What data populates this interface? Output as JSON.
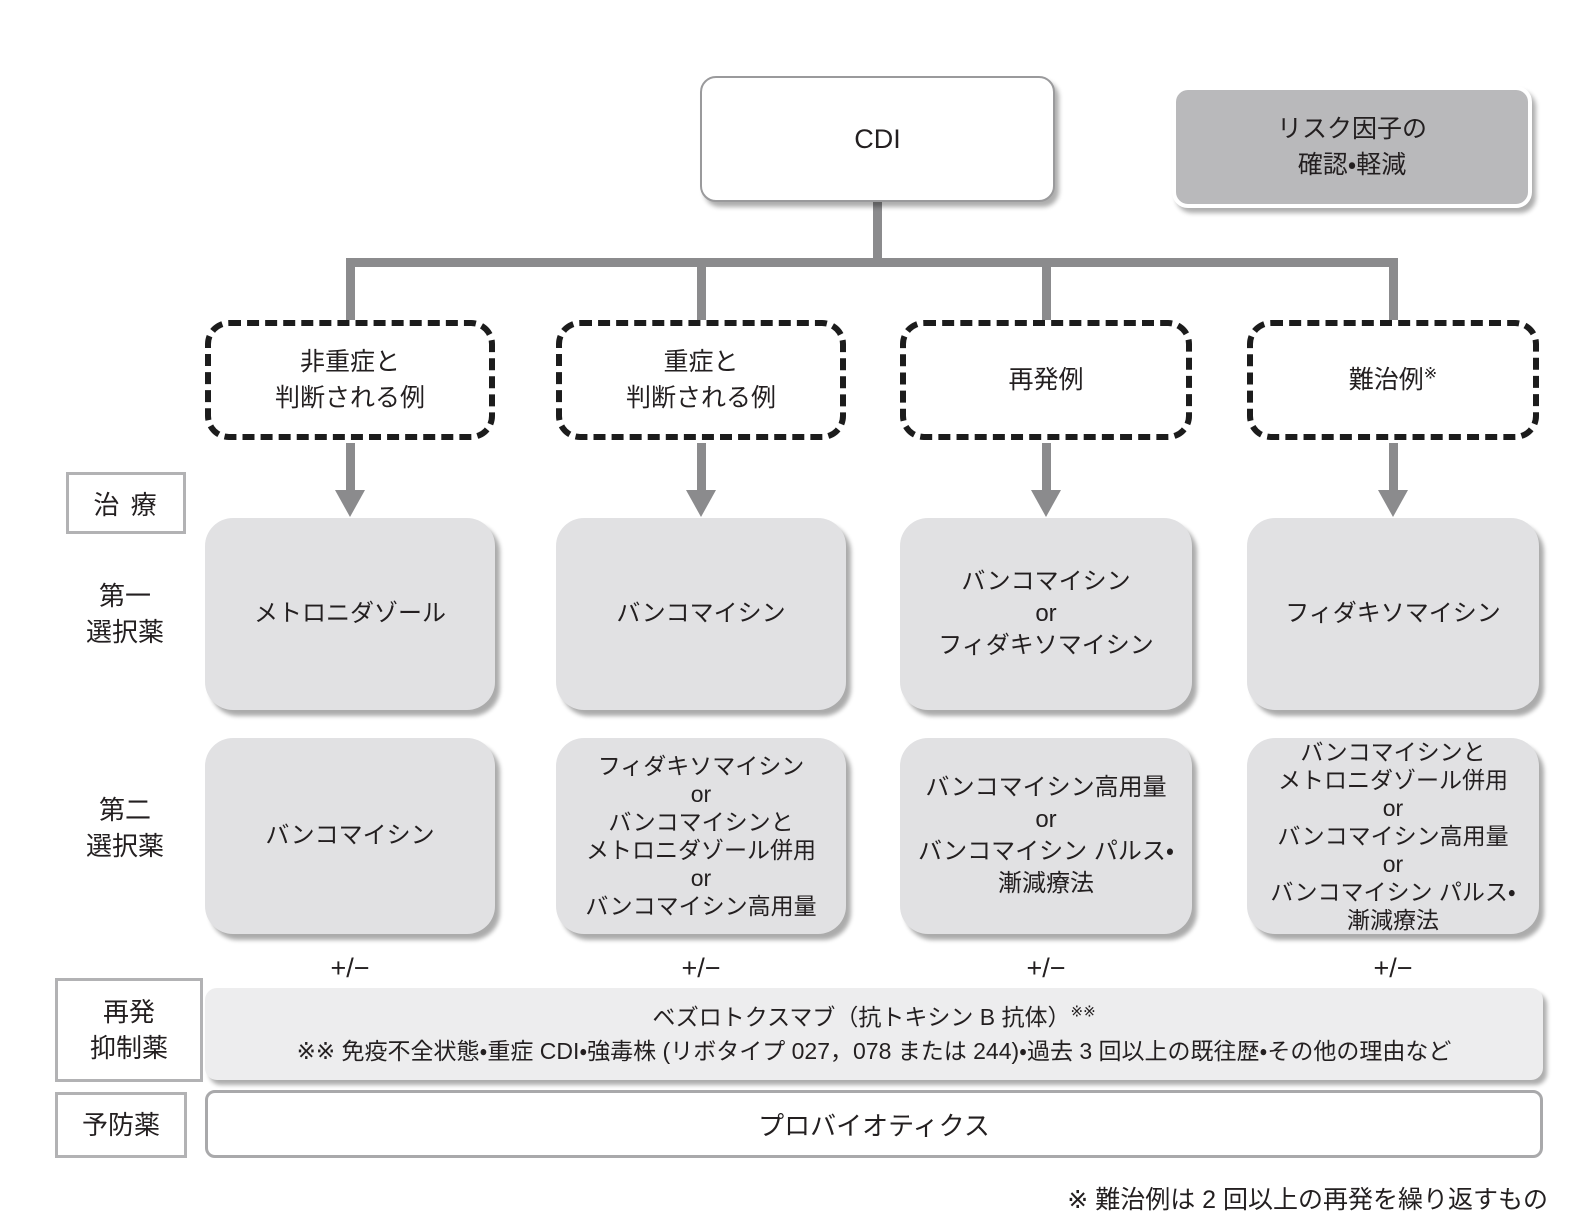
{
  "diagram": {
    "title_node": {
      "label": "CDI"
    },
    "risk_node": {
      "label": "リスク因子の\n確認・軽減"
    },
    "branches": [
      {
        "case": "非重症と\n判断される例",
        "case_sup": "",
        "first_choice": "メトロニダゾール",
        "second_choice": "バンコマイシン",
        "plus_minus": "+/−"
      },
      {
        "case": "重症と\n判断される例",
        "case_sup": "",
        "first_choice": "バンコマイシン",
        "second_choice": "フィダキソマイシン\nor\nバンコマイシンと\nメトロニダゾール併用\nor\nバンコマイシン高用量",
        "plus_minus": "+/−"
      },
      {
        "case": "再発例",
        "case_sup": "",
        "first_choice": "バンコマイシン\nor\nフィダキソマイシン",
        "second_choice": "バンコマイシン高用量\nor\nバンコマイシン パルス・\n漸減療法",
        "plus_minus": "+/−"
      },
      {
        "case": "難治例",
        "case_sup": "※",
        "first_choice": "フィダキソマイシン",
        "second_choice": "バンコマイシンと\nメトロニダゾール併用\nor\nバンコマイシン高用量\nor\nバンコマイシン パルス・\n漸減療法",
        "plus_minus": "+/−"
      }
    ],
    "row_labels": {
      "treatment": "治 療",
      "first_choice": "第一\n選択薬",
      "second_choice": "第二\n選択薬",
      "relapse_suppressant": "再発\n抑制薬",
      "prophylactic": "予防薬"
    },
    "relapse_suppressant_box": {
      "line1": "ベズロトクスマブ（抗トキシン B 抗体）",
      "line1_sup": "※※",
      "line2": "※※ 免疫不全状態・重症 CDI・強毒株 (リボタイプ 027，078 または 244)・過去 3 回以上の既往歴・その他の理由など"
    },
    "prophylactic_box": {
      "label": "プロバイオティクス"
    },
    "footnote": "※ 難治例は 2 回以上の再発を繰り返すもの",
    "colors": {
      "connector_gray": "#8b8b8d",
      "drug_box_fill": "#e1e1e3",
      "risk_box_fill": "#b9b9bb",
      "wide_box_fill": "#ededee",
      "text": "#231f20"
    }
  }
}
